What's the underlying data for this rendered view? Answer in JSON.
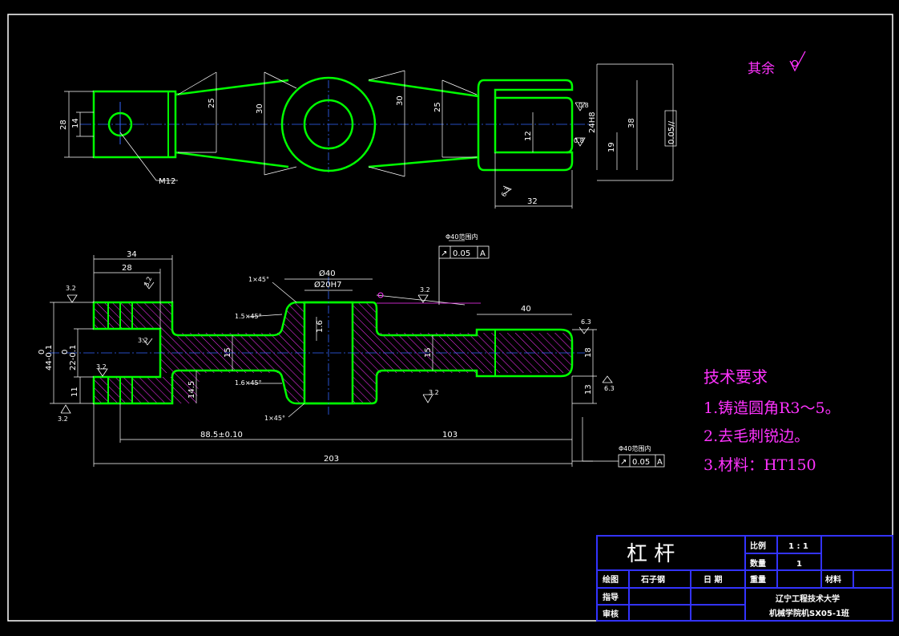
{
  "surface_finish_note": {
    "label": "其余"
  },
  "tech_requirements": {
    "heading": "技术要求",
    "items": [
      "1.铸造圆角R3～5。",
      "2.去毛刺锐边。",
      "3.材料：HT150"
    ]
  },
  "top_view": {
    "dims": {
      "d28": "28",
      "d14": "14",
      "d25a": "25",
      "d30a": "30",
      "d30b": "30",
      "d25b": "25",
      "d12": "12",
      "d24h8": "24H8",
      "d19": "19",
      "d38": "38",
      "d32": "32",
      "m12": "M12",
      "r08a": "0.8",
      "r08b": "0.8",
      "r63": "6.3",
      "tol": "0.05//"
    }
  },
  "front_view": {
    "dims": {
      "d34": "34",
      "d28": "28",
      "d40": "Ø40",
      "d20h7": "Ø20H7",
      "c1x45a": "1×45°",
      "c15x45a": "1.5×45°",
      "c16x45": "1.6×45°",
      "c1x45b": "1×45°",
      "d40r": "40",
      "d15a": "15",
      "d15b": "15",
      "d18": "18",
      "d13": "13",
      "d145": "14.5",
      "d885": "88.5±0.10",
      "d103": "103",
      "d203": "203",
      "d44": "44-0.1",
      "d44z": "0",
      "d22": "22-0.1",
      "d22z": "0",
      "d11": "11",
      "d16": "1.6",
      "ra32a": "3.2",
      "ra32b": "3.2",
      "ra32c": "3.2",
      "ra32d": "3.2",
      "ra32e": "3.2",
      "ra32f": "3.2",
      "ra32g": "3.2",
      "ra63a": "6.3",
      "ra63b": "6.3",
      "ra63c": "6.3"
    },
    "fcf_top": {
      "note": "Φ40范围内",
      "symbol": "↗",
      "value": "0.05",
      "datum": "A"
    },
    "fcf_bottom": {
      "note": "Φ40范围内",
      "symbol": "↗",
      "value": "0.05",
      "datum": "A"
    }
  },
  "title_block": {
    "part_name": "杠  杆",
    "scale_label": "比例",
    "scale_value": "1 : 1",
    "qty_label": "数量",
    "qty_value": "1",
    "weight_label": "重量",
    "material_label": "材料",
    "drawn_label": "绘图",
    "drawn_name": "石子钢",
    "date_label": "日  期",
    "review_label": "指导",
    "check_label": "审核",
    "school": "辽宁工程技术大学",
    "class": "机械学院机SX05-1班"
  },
  "colors": {
    "outline": "#00ff00",
    "dimension": "#ffffff",
    "center_line": "#3366ff",
    "hatch": "#ff33ff",
    "frame": "#ffffff",
    "title_block": "#3333ff",
    "text_magenta": "#ff33ff"
  }
}
